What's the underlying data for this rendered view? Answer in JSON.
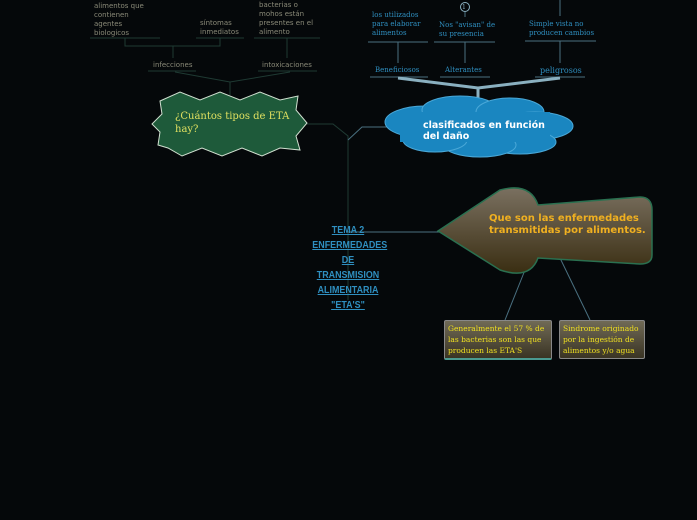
{
  "left": {
    "items": [
      "alimentos que contienen agentes biologicos",
      "síntomas inmediatos",
      "bacterias o mohos están presentes en el alimento"
    ],
    "branches": [
      "infecciones",
      "intoxicaciones"
    ],
    "question": "¿Cuántos tipos de ETA hay?"
  },
  "right": {
    "items": [
      "los utilizados para elaborar alimentos",
      "Nos \"avisan\" de su presencia",
      "Simple vista no producen cambios"
    ],
    "branches": [
      "Beneficiosos",
      "Alterantes",
      "peligrosos"
    ],
    "marker": "1",
    "cloud": "clasificados en función del daño"
  },
  "center": {
    "title": "TEMA 2 ENFERMEDADES DE TRANSMISION ALIMENTARIA \"ETA'S\""
  },
  "arrow": {
    "text": "Que son las enfermedades transmitidas por alimentos.",
    "boxes": [
      "Generalmente el 57 % de las bacterias son las que producen las ETA'S",
      "Sindrome originado por la ingestión de alimentos y/o agua"
    ]
  },
  "colors": {
    "bg": "#05080a",
    "accent": "#2f8fc0",
    "question_bg": "#1e5a3a",
    "arrow_text": "#f0b020"
  }
}
